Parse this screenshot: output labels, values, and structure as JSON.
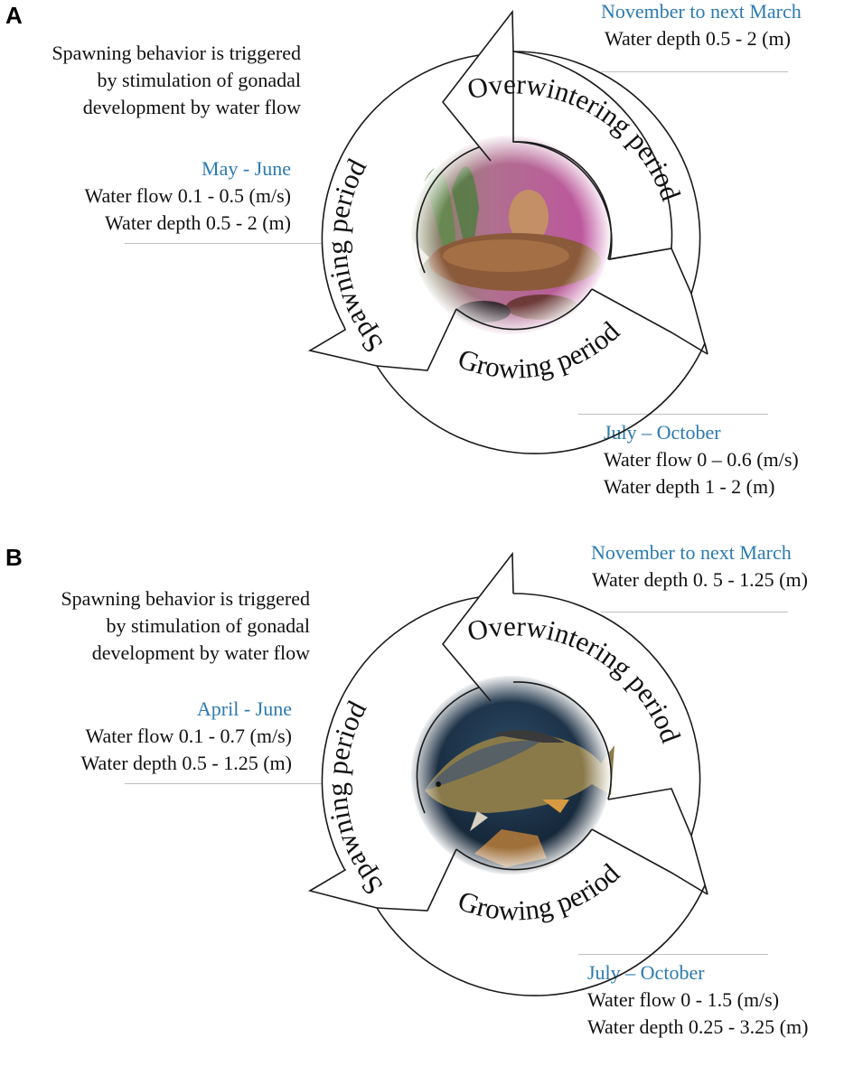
{
  "figure": {
    "panels": [
      {
        "id": "A",
        "label": "A",
        "trigger_note": [
          "Spawning behavior is triggered",
          "by stimulation of gonadal",
          "development by water flow"
        ],
        "stages": {
          "spawning": {
            "name": "Spawning period",
            "months": "May - June",
            "lines": [
              "Water flow 0.1 - 0.5 (m/s)",
              "Water depth 0.5 - 2 (m)"
            ]
          },
          "overwintering": {
            "name": "Overwintering period",
            "months": "November to next March",
            "lines": [
              "Water depth 0.5 - 2 (m)"
            ]
          },
          "growing": {
            "name": "Growing period",
            "months": "July – October",
            "lines": [
              "Water flow 0 – 0.6 (m/s)",
              "Water depth 1 - 2 (m)"
            ]
          }
        },
        "center_image": "fish-photo-reddish-brown-fish-pink-background"
      },
      {
        "id": "B",
        "label": "B",
        "trigger_note": [
          "Spawning behavior is triggered",
          "by stimulation of gonadal",
          "development by water flow"
        ],
        "stages": {
          "spawning": {
            "name": "Spawning period",
            "months": "April - June",
            "lines": [
              "Water flow 0.1 - 0.7 (m/s)",
              "Water depth 0.5 - 1.25 (m)"
            ]
          },
          "overwintering": {
            "name": "Overwintering period",
            "months": "November to next March",
            "lines": [
              "Water depth 0. 5 - 1.25 (m)"
            ]
          },
          "growing": {
            "name": "Growing period",
            "months": "July – October",
            "lines": [
              "Water flow 0 - 1.5 (m/s)",
              "Water depth 0.25 - 3.25 (m)"
            ]
          }
        },
        "center_image": "fish-photo-common-carp-dark-blue-background"
      }
    ],
    "colors": {
      "month_text": "#2b7bb0",
      "body_text": "#111111",
      "rule": "#bfbfbf",
      "arrow_stroke": "#1a1a1a"
    }
  }
}
